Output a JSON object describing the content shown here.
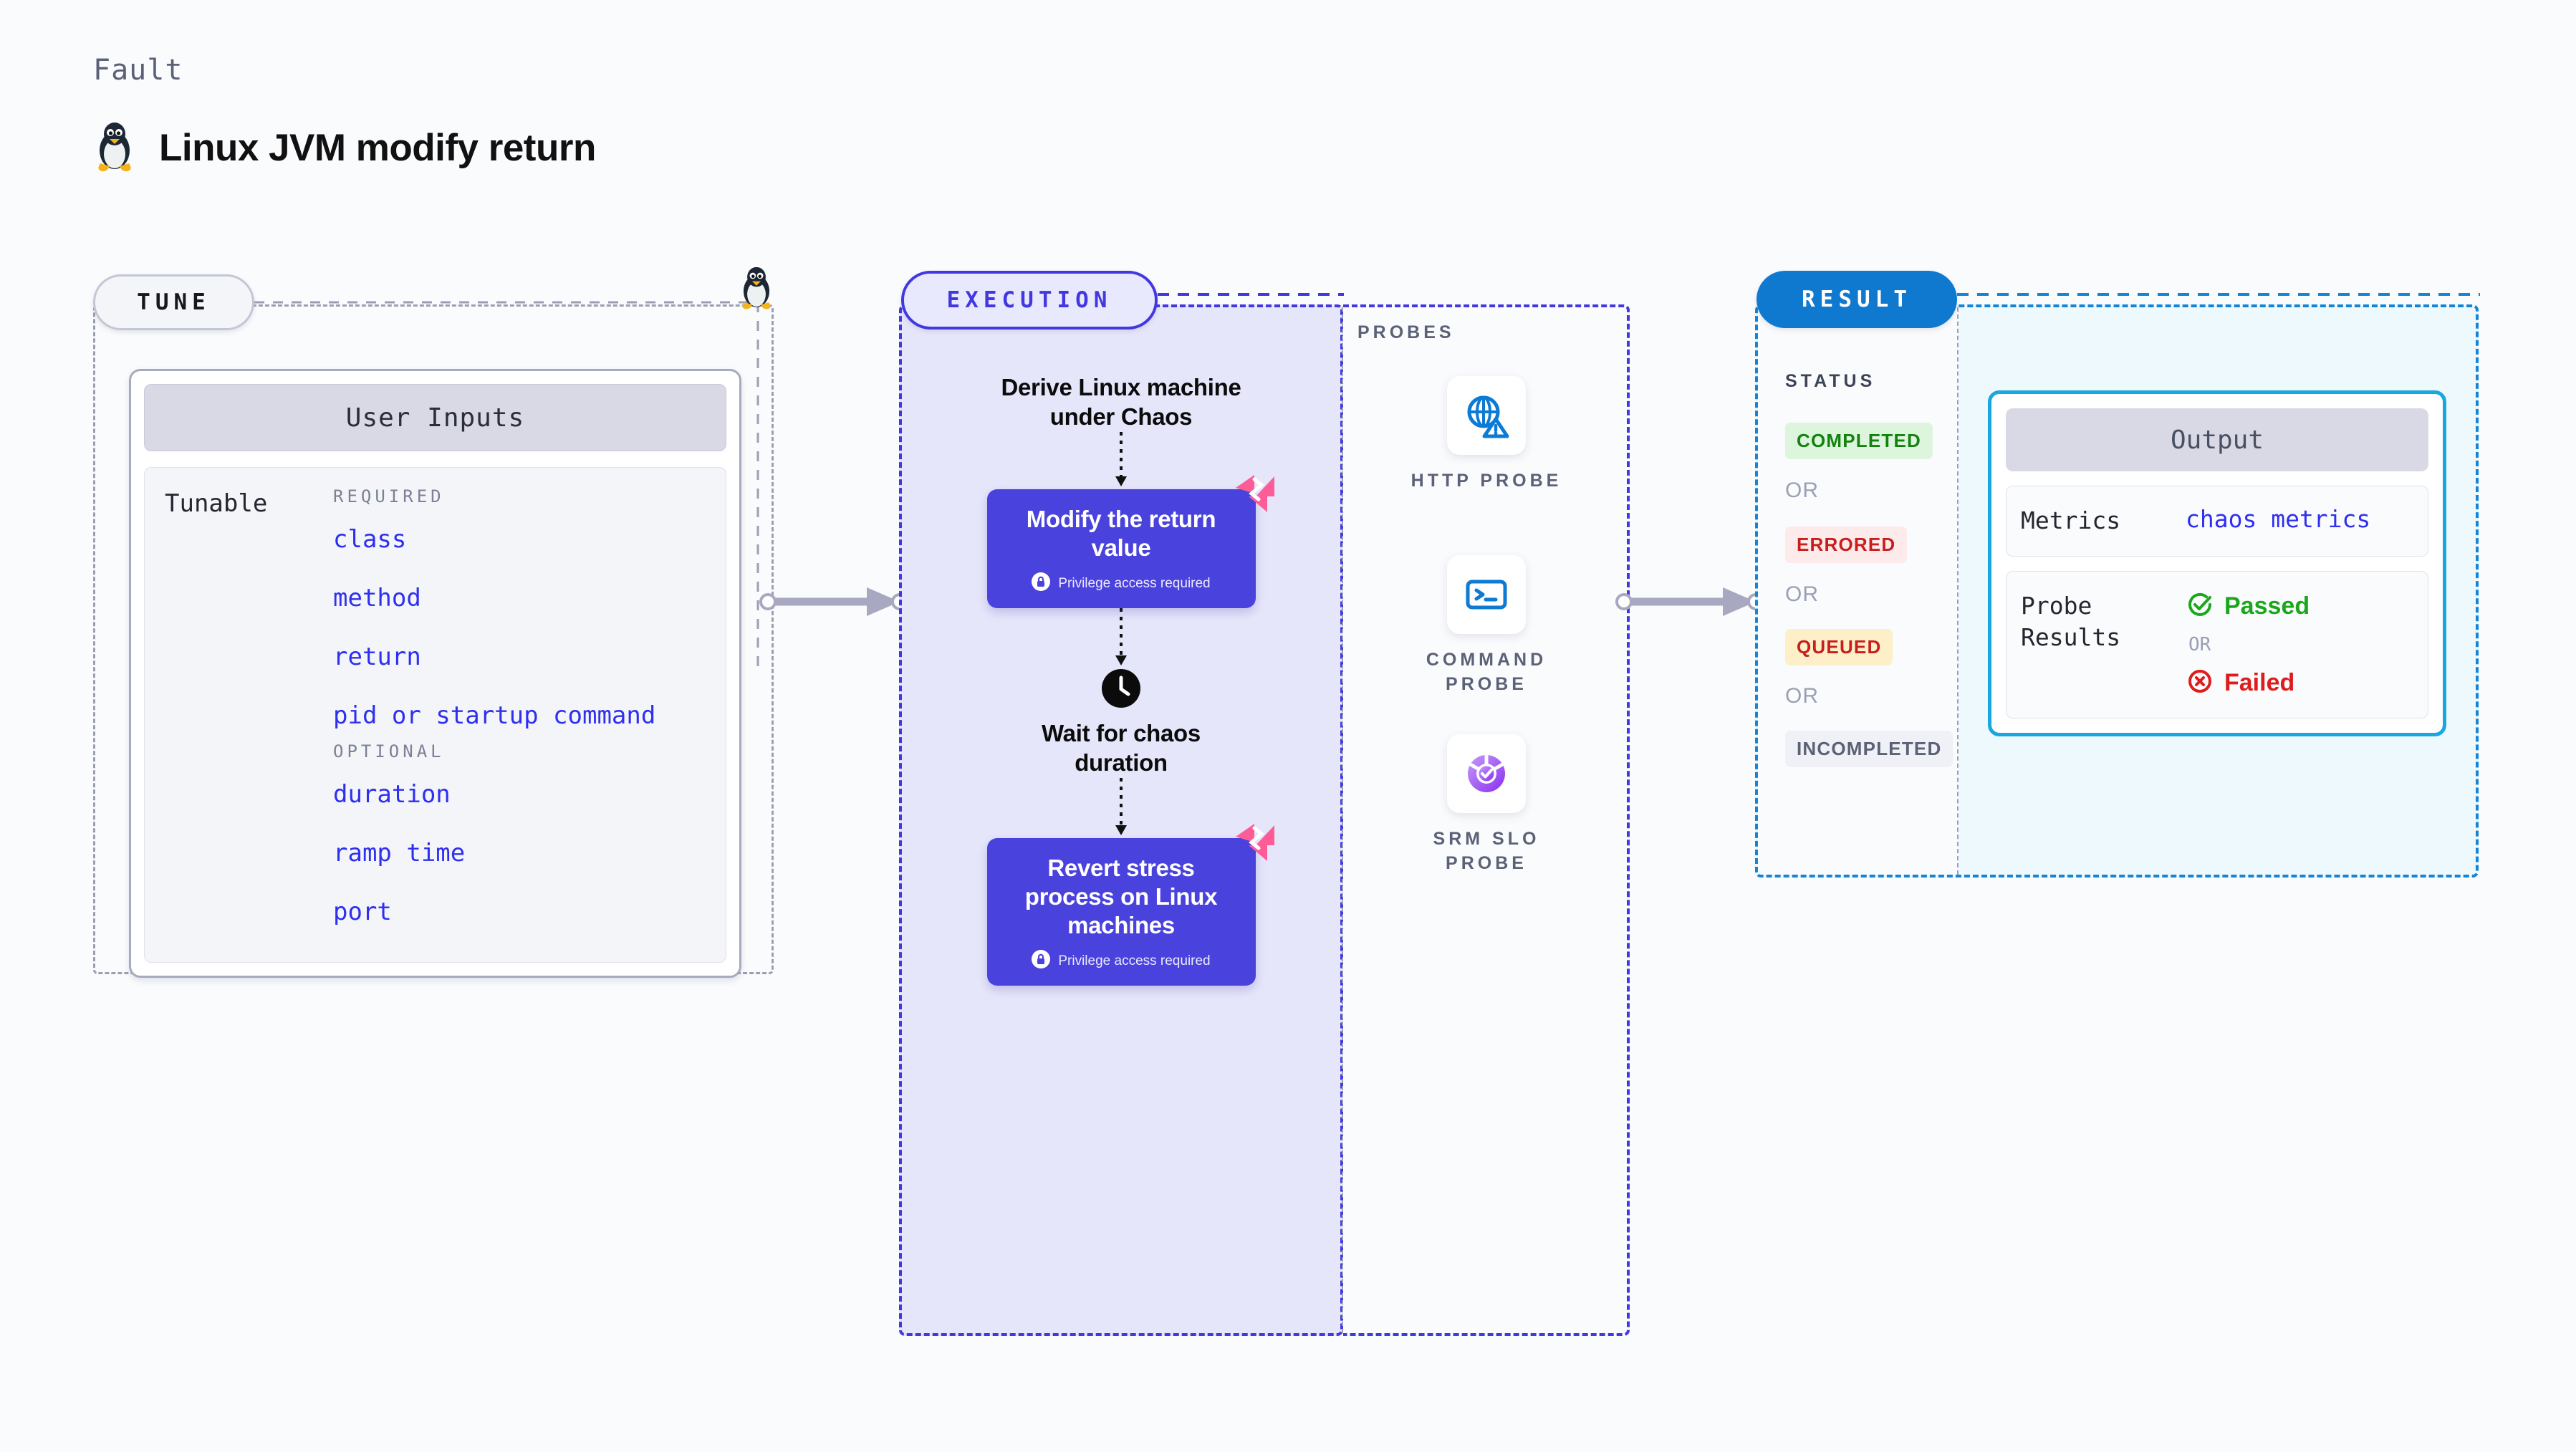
{
  "header": {
    "kicker": "Fault",
    "title": "Linux JVM modify return",
    "icon": "linux-penguin-icon"
  },
  "tune": {
    "chip_label": "TUNE",
    "card_title": "User Inputs",
    "row_label": "Tunable",
    "groups": [
      {
        "title": "REQUIRED",
        "items": [
          "class",
          "method",
          "return",
          "pid or startup command"
        ]
      },
      {
        "title": "OPTIONAL",
        "items": [
          "duration",
          "ramp time",
          "port"
        ]
      }
    ]
  },
  "execution": {
    "chip_label": "EXECUTION",
    "steps": [
      {
        "kind": "text",
        "label": "Derive Linux machine\nunder Chaos"
      },
      {
        "kind": "card",
        "label": "Modify the return\nvalue",
        "privilege": "Privilege access required",
        "ribbon": "harness-ribbon-icon"
      },
      {
        "kind": "clock",
        "label": "Wait for chaos\nduration",
        "icon": "clock-icon"
      },
      {
        "kind": "card",
        "label": "Revert stress\nprocess on Linux\nmachines",
        "privilege": "Privilege access required",
        "ribbon": "harness-ribbon-icon"
      }
    ]
  },
  "probes": {
    "title": "PROBES",
    "items": [
      {
        "label": "HTTP PROBE",
        "icon": "globe-warning-icon"
      },
      {
        "label": "COMMAND PROBE",
        "icon": "terminal-icon"
      },
      {
        "label": "SRM SLO PROBE",
        "icon": "slo-donut-check-icon"
      }
    ]
  },
  "result": {
    "chip_label": "RESULT",
    "status_title": "STATUS",
    "or_label": "OR",
    "statuses": [
      {
        "label": "COMPLETED",
        "bg": "#ddf5dd",
        "fg": "#14820f"
      },
      {
        "label": "ERRORED",
        "bg": "#fdeaea",
        "fg": "#c81e1e"
      },
      {
        "label": "QUEUED",
        "bg": "#fdf0c9",
        "fg": "#c81e1e"
      },
      {
        "label": "INCOMPLETED",
        "bg": "#eff1f6",
        "fg": "#5b6176"
      }
    ],
    "output": {
      "title": "Output",
      "metrics_key": "Metrics",
      "metrics_value": "chaos metrics",
      "probe_key": "Probe\nResults",
      "passed_label": "Passed",
      "failed_label": "Failed",
      "or_label": "OR",
      "passed_icon": "check-circle-icon",
      "failed_icon": "x-circle-icon"
    }
  },
  "colors": {
    "accent_purple": "#4338e0",
    "card_purple": "#4a42dc",
    "result_blue": "#0f79d0",
    "output_cyan": "#19a7e0",
    "tunable_blue": "#2f2ff0",
    "ribbon_pink": "#fc5d97",
    "passed_green": "#1aa81a",
    "failed_red": "#e01b1b",
    "arrow_gray": "#a8a8c0"
  }
}
